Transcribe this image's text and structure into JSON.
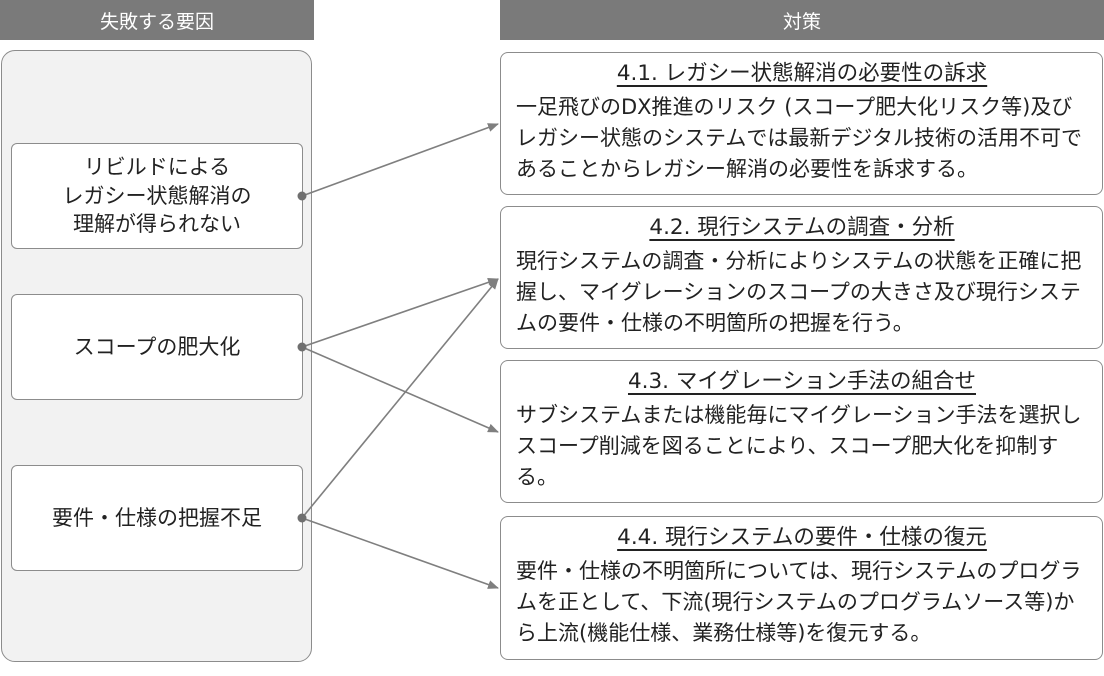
{
  "headers": {
    "left": "失敗する要因",
    "right": "対策"
  },
  "causes": [
    {
      "lines": [
        "リビルドによる",
        "レガシー状態解消の",
        "理解が得られない"
      ]
    },
    {
      "lines": [
        "スコープの肥大化"
      ]
    },
    {
      "lines": [
        "要件・仕様の把握不足"
      ]
    }
  ],
  "measures": [
    {
      "title": "4.1. レガシー状態解消の必要性の訴求",
      "body": "一足飛びのDX推進のリスク (スコープ肥大化リスク等)及びレガシー状態のシステムでは最新デジタル技術の活用不可であることからレガシー解消の必要性を訴求する。"
    },
    {
      "title": "4.2. 現行システムの調査・分析",
      "body": "現行システムの調査・分析によりシステムの状態を正確に把握し、マイグレーションのスコープの大きさ及び現行システムの要件・仕様の不明箇所の把握を行う。"
    },
    {
      "title": "4.3. マイグレーション手法の組合せ",
      "body": "サブシステムまたは機能毎にマイグレーション手法を選択しスコープ削減を図ることにより、スコープ肥大化を抑制する。"
    },
    {
      "title": "4.4. 現行システムの要件・仕様の復元",
      "body": "要件・仕様の不明箇所については、現行システムのプログラムを正として、下流(現行システムのプログラムソース等)から上流(機能仕様、業務仕様等)を復元する。"
    }
  ],
  "links": [
    {
      "from": 0,
      "to": 0
    },
    {
      "from": 1,
      "to": 1
    },
    {
      "from": 1,
      "to": 2
    },
    {
      "from": 2,
      "to": 1
    },
    {
      "from": 2,
      "to": 3
    }
  ],
  "colors": {
    "header_bg": "#7a7a7a",
    "panel_bg": "#f2f2f2",
    "border": "#8c8c8c",
    "connector": "#7f7f7f"
  }
}
